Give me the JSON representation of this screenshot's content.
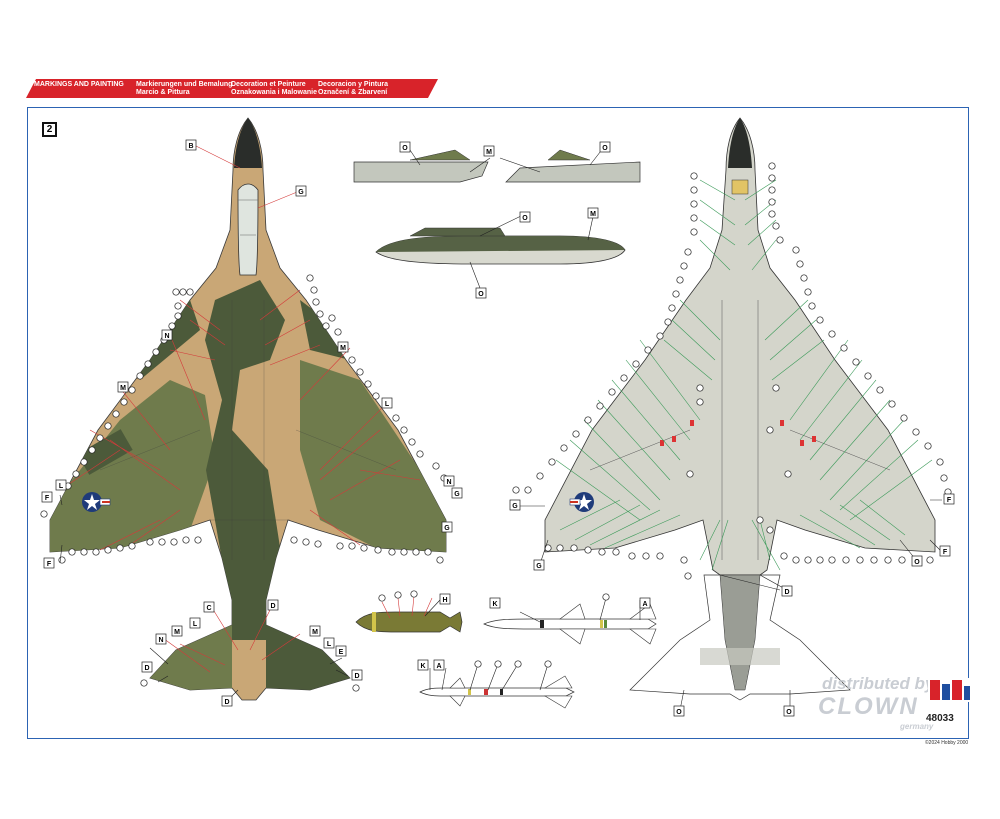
{
  "header": {
    "title_en": "MARKINGS AND PAINTING",
    "title_de": "Markierungen und Bemalung",
    "title_it": "Marcio & Pittura",
    "title_fr": "Decoration et Peinture",
    "title_pl": "Oznakowania i Malowanie",
    "title_es": "Decoracion y Pintura",
    "title_cz": "Označení & Zbarvení"
  },
  "sheet_number": "2",
  "product_code": "48033",
  "copyright": "©2024 Hobby 2000",
  "watermark": {
    "line1": "distributed by",
    "line2": "CLOWN",
    "line3": "germany"
  },
  "colors": {
    "banner_red": "#d8232a",
    "frame_blue": "#2c63b3",
    "camo_tan": "#c9a776",
    "camo_green": "#6f7b4c",
    "camo_dark": "#4c5a3a",
    "underside_gray": "#d4d5cb",
    "leader_red": "#d43a3a",
    "leader_green": "#3e9b5b"
  },
  "callouts": {
    "B": "B",
    "G": "G",
    "O": "O",
    "M": "M",
    "N": "N",
    "L": "L",
    "F": "F",
    "C": "C",
    "D": "D",
    "E": "E",
    "H": "H",
    "K": "K",
    "A": "A"
  }
}
